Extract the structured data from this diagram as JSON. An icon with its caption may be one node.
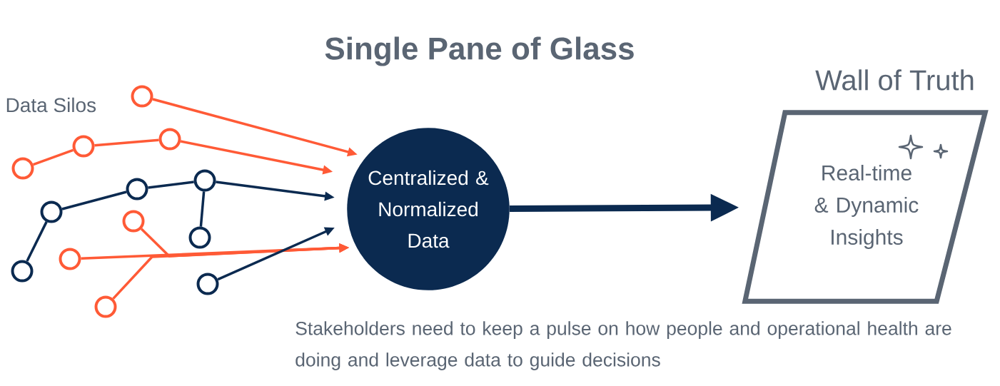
{
  "diagram": {
    "title": "Single Pane of Glass",
    "caption": "Stakeholders need to keep a pulse on how people and operational health are doing and leverage data to guide decisions",
    "nodes": [
      {
        "text": [],
        "shape": "circle"
      },
      {
        "text": [],
        "shape": "circle"
      },
      {
        "text": [],
        "shape": "circle"
      },
      {
        "text": [],
        "shape": "circle"
      },
      {
        "text": [],
        "shape": "circle"
      },
      {
        "text": [],
        "shape": "circle"
      },
      {
        "text": [],
        "shape": "circle"
      },
      {
        "text": [],
        "shape": "circle"
      },
      {
        "text": [],
        "shape": "circle"
      },
      {
        "text": [],
        "shape": "circle"
      },
      {
        "text": [],
        "shape": "circle"
      },
      {
        "text": [],
        "shape": "circle"
      },
      {
        "text": [],
        "shape": "circle"
      },
      {
        "text": [
          "Centralized & Normalized Data"
        ]
      },
      {
        "text": [
          "Wall of Truth",
          "Real-time & Dynamic Insights"
        ]
      }
    ],
    "edges": [
      {
        "from": 0,
        "to": 13,
        "arrow": "to"
      },
      {
        "from": 3,
        "to": 2,
        "arrow": "none"
      },
      {
        "from": 2,
        "to": 1,
        "arrow": "none"
      },
      {
        "from": 1,
        "to": 13,
        "arrow": "to"
      },
      {
        "from": 10,
        "to": 6,
        "arrow": "none",
        "color": "#0b2a50"
      },
      {
        "from": 6,
        "to": 5,
        "arrow": "none",
        "color": "#0b2a50"
      },
      {
        "from": 5,
        "to": 4,
        "arrow": "none",
        "color": "#0b2a50"
      },
      {
        "from": 4,
        "to": 13,
        "arrow": "to",
        "color": "#0b2a50"
      },
      {
        "from": 4,
        "to": 8,
        "arrow": "none",
        "color": "#0b2a50"
      },
      {
        "from": 9,
        "to": 13,
        "arrow": "to"
      },
      {
        "from": 7,
        "to": 13,
        "arrow": "to"
      },
      {
        "from": 12,
        "to": 13,
        "arrow": "to"
      },
      {
        "from": 11,
        "to": 13,
        "arrow": "to",
        "color": "#0b2a50"
      },
      {
        "from": 13,
        "to": 14,
        "arrow": "to",
        "style": "thick",
        "color": "#0b2a50"
      }
    ],
    "labels": [
      "Data Silos"
    ]
  }
}
